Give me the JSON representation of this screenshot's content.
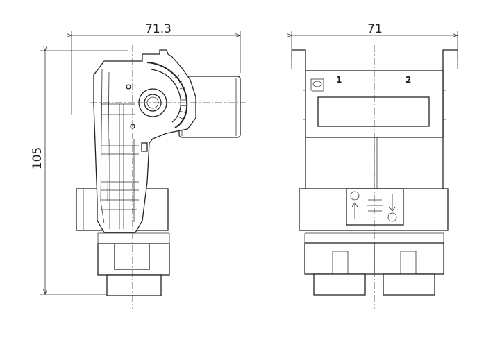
{
  "dimensions": {
    "side_width": "71.3",
    "front_width": "71",
    "height": "105"
  },
  "front_view": {
    "cavity_1": "1",
    "cavity_2": "2"
  },
  "colors": {
    "line": "#222222",
    "background": "#ffffff"
  }
}
